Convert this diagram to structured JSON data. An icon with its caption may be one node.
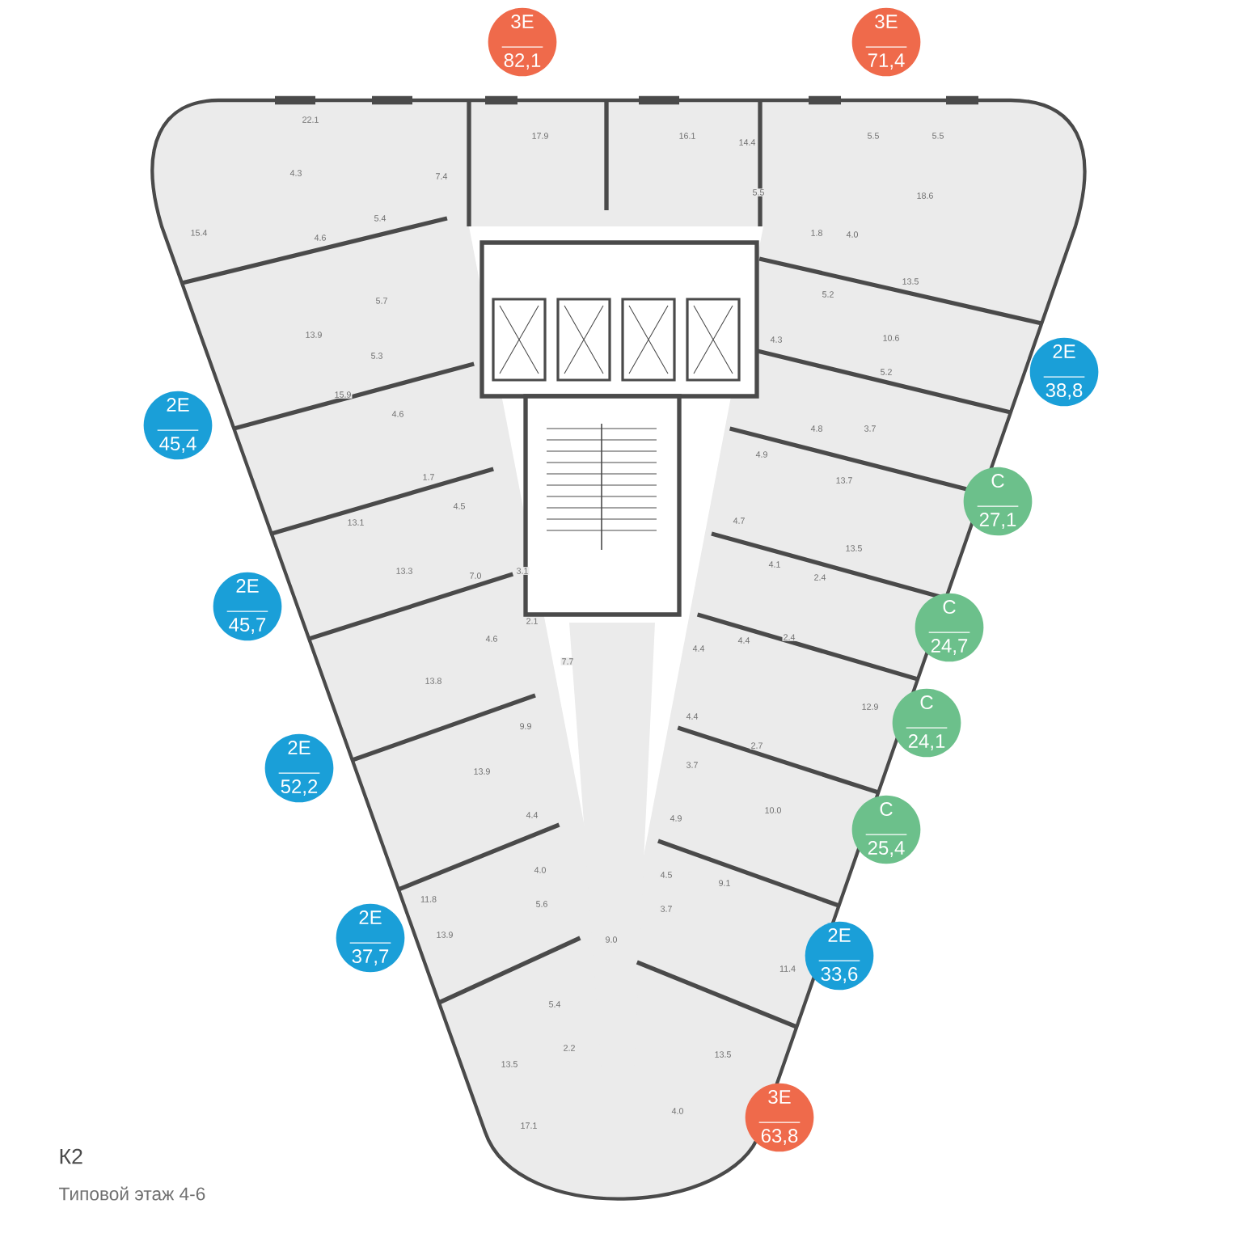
{
  "diagram": {
    "title": "К2",
    "caption": "Типовой этаж 4-6",
    "nodes": [
      {
        "text": [
          "3Е",
          "82,1"
        ]
      },
      {
        "text": [
          "3Е",
          "71,4"
        ]
      },
      {
        "text": [
          "2Е",
          "38,8"
        ]
      },
      {
        "text": [
          "2Е",
          "45,4"
        ]
      },
      {
        "text": [
          "С",
          "27,1"
        ]
      },
      {
        "text": [
          "2Е",
          "45,7"
        ]
      },
      {
        "text": [
          "С",
          "24,7"
        ]
      },
      {
        "text": [
          "С",
          "24,1"
        ]
      },
      {
        "text": [
          "2Е",
          "52,2"
        ]
      },
      {
        "text": [
          "С",
          "25,4"
        ]
      },
      {
        "text": [
          "2Е",
          "37,7"
        ]
      },
      {
        "text": [
          "2Е",
          "33,6"
        ]
      },
      {
        "text": [
          "3Е",
          "63,8"
        ]
      }
    ],
    "labels": [
      "22.1",
      "17.9",
      "16.1",
      "14.4",
      "5.5",
      "5.5",
      "4.3",
      "7.4",
      "5.5",
      "18.6",
      "5.4",
      "15.4",
      "4.6",
      "1.8",
      "4.0",
      "13.5",
      "5.2",
      "5.7",
      "13.9",
      "10.6",
      "4.3",
      "5.3",
      "5.2",
      "15.9",
      "4.6",
      "4.8",
      "3.7",
      "4.9",
      "1.7",
      "13.7",
      "4.5",
      "4.7",
      "13.1",
      "13.5",
      "4.1",
      "13.3",
      "7.0",
      "3.1",
      "2.4",
      "2.1",
      "2.4",
      "4.6",
      "4.4",
      "4.4",
      "7.7",
      "13.8",
      "12.9",
      "4.4",
      "9.9",
      "2.7",
      "3.7",
      "13.9",
      "10.0",
      "4.4",
      "4.9",
      "4.0",
      "4.5",
      "9.1",
      "11.8",
      "5.6",
      "3.7",
      "13.9",
      "9.0",
      "11.4",
      "5.4",
      "2.2",
      "13.5",
      "13.5",
      "4.0",
      "17.1"
    ]
  }
}
